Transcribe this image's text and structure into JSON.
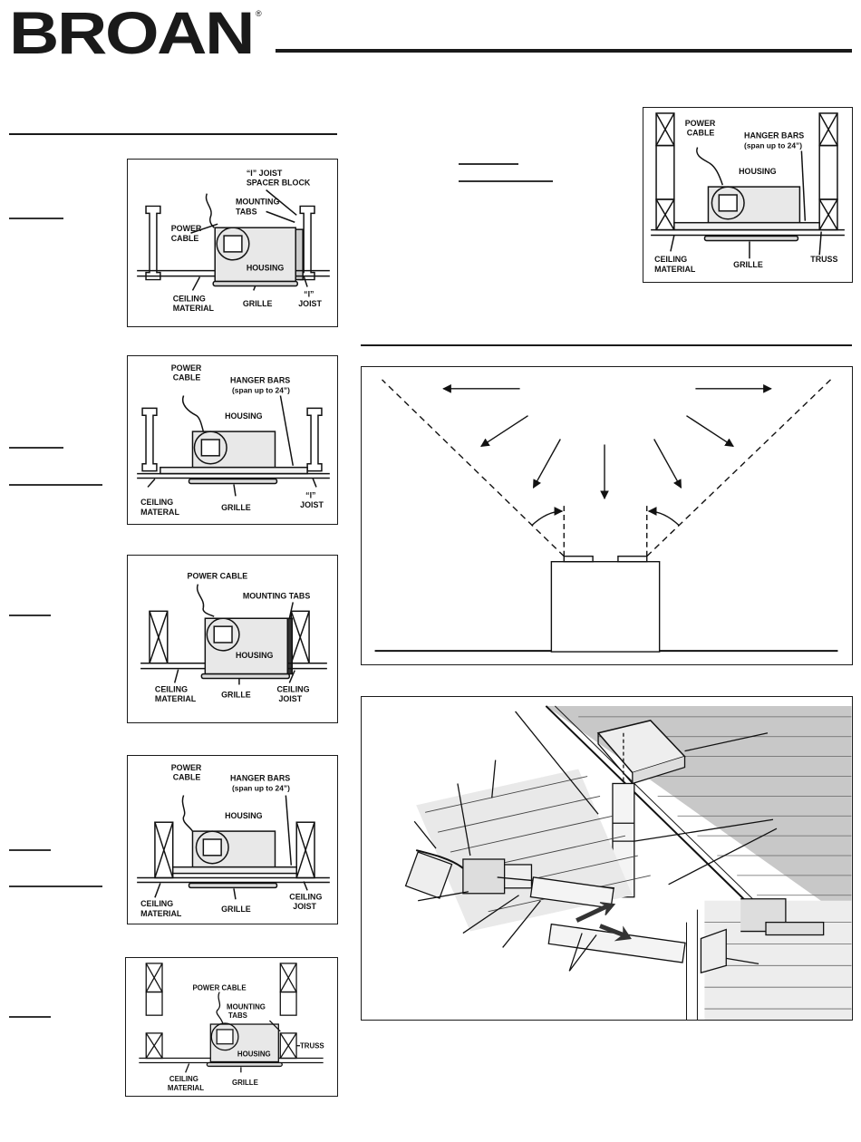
{
  "header": {
    "brand": "BROAN",
    "registered_mark": "®"
  },
  "figures": {
    "i_joist_tabs": {
      "power_cable": [
        "POWER",
        "CABLE"
      ],
      "spacer": [
        "“I” JOIST",
        "SPACER BLOCK"
      ],
      "tabs": [
        "MOUNTING",
        "TABS"
      ],
      "housing": "HOUSING",
      "ceiling": [
        "CEILING",
        "MATERIAL"
      ],
      "grille": "GRILLE",
      "joist": [
        "“I”",
        "JOIST"
      ]
    },
    "i_joist_bars": {
      "power_cable": [
        "POWER",
        "CABLE"
      ],
      "hanger": [
        "HANGER BARS",
        "(span up to 24”)"
      ],
      "housing": "HOUSING",
      "ceiling": [
        "CEILING",
        "MATERAL"
      ],
      "grille": "GRILLE",
      "joist": [
        "“I”",
        "JOIST"
      ]
    },
    "joist_tabs": {
      "power_cable": "POWER CABLE",
      "tabs": "MOUNTING TABS",
      "housing": "HOUSING",
      "ceiling": [
        "CEILING",
        "MATERIAL"
      ],
      "grille": "GRILLE",
      "joist": [
        "CEILING",
        "JOIST"
      ]
    },
    "joist_bars": {
      "power_cable": [
        "POWER",
        "CABLE"
      ],
      "hanger": [
        "HANGER BARS",
        "(span up to 24”)"
      ],
      "housing": "HOUSING",
      "ceiling": [
        "CEILING",
        "MATERIAL"
      ],
      "grille": "GRILLE",
      "joist": [
        "CEILING",
        "JOIST"
      ]
    },
    "truss_tabs": {
      "power_cable": "POWER CABLE",
      "tabs": [
        "MOUNTING",
        "TABS"
      ],
      "housing": "HOUSING",
      "truss": "TRUSS",
      "ceiling": [
        "CEILING",
        "MATERIAL"
      ],
      "grille": "GRILLE"
    },
    "truss_bars": {
      "power_cable": [
        "POWER",
        "CABLE"
      ],
      "hanger": [
        "HANGER BARS",
        "(span up to 24”)"
      ],
      "housing": "HOUSING",
      "ceiling": [
        "CEILING",
        "MATERIAL"
      ],
      "grille": "GRILLE",
      "truss": "TRUSS"
    }
  }
}
